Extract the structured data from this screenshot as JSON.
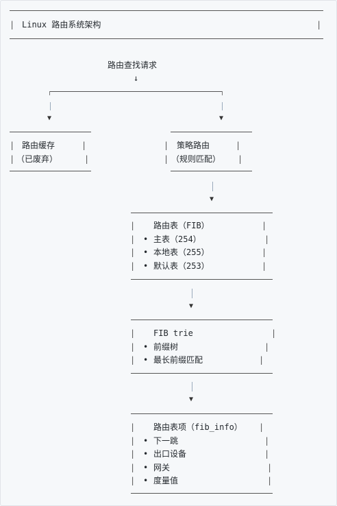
{
  "title": "Linux 路由系统架构",
  "request": {
    "label": "路由查找请求",
    "arrow": "↓"
  },
  "route_cache": {
    "line1": "路由缓存",
    "line2": "（已废弃）"
  },
  "policy_routing": {
    "line1": "策略路由",
    "line2": "（规则匹配）"
  },
  "fib_tables": {
    "title": "路由表（FIB）",
    "items": [
      "主表（254）",
      "本地表（255）",
      "默认表（253）"
    ]
  },
  "fib_trie": {
    "title": "FIB trie",
    "items": [
      "前缀树",
      "最长前缀匹配"
    ]
  },
  "fib_info": {
    "title": "路由表项（fib_info）",
    "items": [
      "下一跳",
      "出口设备",
      "网关",
      "度量值"
    ]
  },
  "bullet": "•",
  "down_arrow": "▼"
}
